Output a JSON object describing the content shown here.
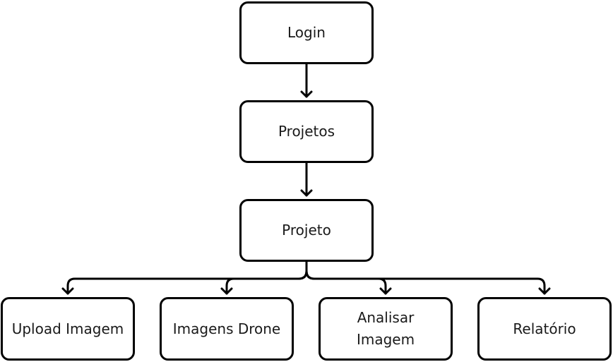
{
  "nodes": {
    "login": "Login",
    "projetos": "Projetos",
    "projeto": "Projeto",
    "upload_imagem": "Upload Imagem",
    "imagens_drone": "Imagens Drone",
    "analisar_imagem_line1": "Analisar",
    "analisar_imagem_line2": "Imagem",
    "relatorio": "Relatório"
  },
  "colors": {
    "stroke": "#000000",
    "text": "#1a1a1a",
    "background": "#ffffff"
  }
}
